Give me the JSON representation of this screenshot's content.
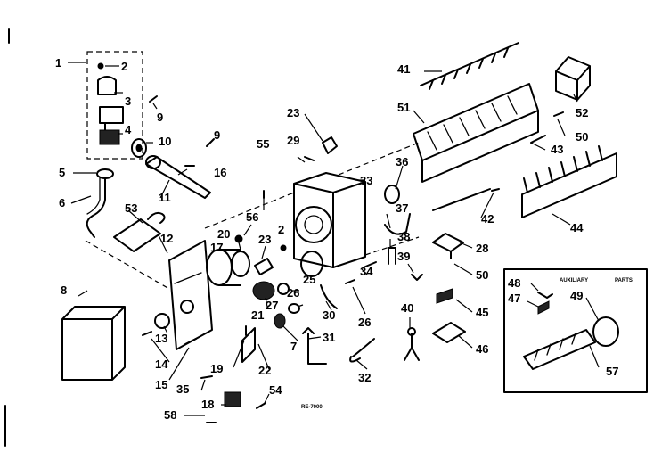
{
  "callouts": {
    "c1": "1",
    "c2": "2",
    "c3": "3",
    "c4": "4",
    "c5": "5",
    "c6": "6",
    "c7": "7",
    "c8": "8",
    "c9a": "9",
    "c9b": "9",
    "c10": "10",
    "c11": "11",
    "c12": "12",
    "c13": "13",
    "c14": "14",
    "c15": "15",
    "c16": "16",
    "c17": "17",
    "c18": "18",
    "c19": "19",
    "c20": "20",
    "c21": "21",
    "c22": "22",
    "c23a": "23",
    "c23b": "23",
    "c25": "25",
    "c26a": "26",
    "c26b": "26",
    "c27": "27",
    "c28": "28",
    "c29": "29",
    "c30": "30",
    "c31": "31",
    "c32": "32",
    "c33": "33",
    "c34": "34",
    "c35": "35",
    "c36": "36",
    "c37": "37",
    "c38": "38",
    "c39": "39",
    "c40": "40",
    "c41": "41",
    "c42": "42",
    "c43": "43",
    "c44": "44",
    "c45": "45",
    "c46": "46",
    "c47": "47",
    "c48": "48",
    "c49": "49",
    "c50a": "50",
    "c50b": "50",
    "c51": "51",
    "c52": "52",
    "c53": "53",
    "c54": "54",
    "c55": "55",
    "c56": "56",
    "c57": "57",
    "c58": "58",
    "c2b": "2"
  },
  "inset": {
    "title": "AUXILIARY",
    "title2": "PARTS"
  },
  "ref_code": "RE-7000",
  "colors": {
    "ink": "#000000",
    "paper": "#ffffff"
  }
}
